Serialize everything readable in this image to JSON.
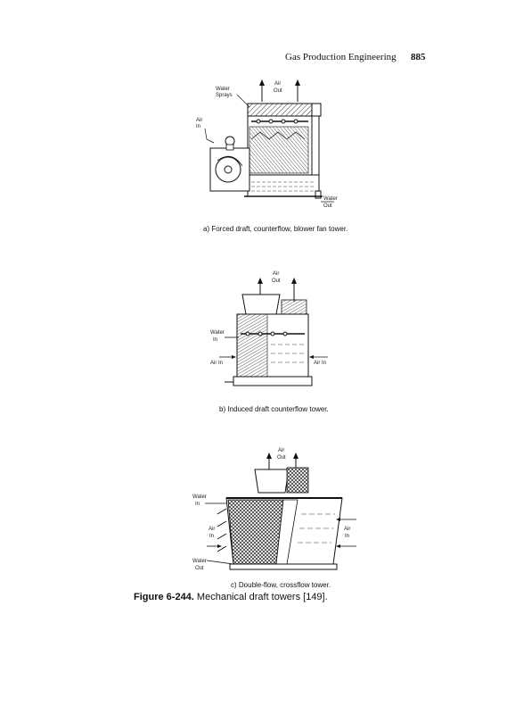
{
  "header": {
    "running_title": "Gas Production Engineering",
    "page_number": "885"
  },
  "figure_a": {
    "caption": "a) Forced draft, counterflow, blower fan tower.",
    "labels": {
      "air_out_1": "Air",
      "air_out_2": "Out",
      "water_sprays_1": "Water",
      "water_sprays_2": "Sprays",
      "air_in_1": "Air",
      "air_in_2": "In",
      "water_out_1": "Water",
      "water_out_2": "Out"
    }
  },
  "figure_b": {
    "caption": "b) Induced draft counterflow tower.",
    "labels": {
      "air_out_1": "Air",
      "air_out_2": "Out",
      "water_in_1": "Water",
      "water_in_2": "In",
      "air_in_left": "Air In",
      "air_in_right": "Air In"
    }
  },
  "figure_c": {
    "caption": "c) Double-flow, crossflow tower.",
    "labels": {
      "air_out_1": "Air",
      "air_out_2": "Out",
      "water_in_1": "Water",
      "water_in_2": "In",
      "air_in_left_1": "Air",
      "air_in_left_2": "In",
      "air_in_right_1": "Air",
      "air_in_right_2": "In",
      "water_out_1": "Water",
      "water_out_2": "Out"
    }
  },
  "figure_caption": {
    "number": "Figure 6-244.",
    "text": "Mechanical draft towers [149]."
  }
}
